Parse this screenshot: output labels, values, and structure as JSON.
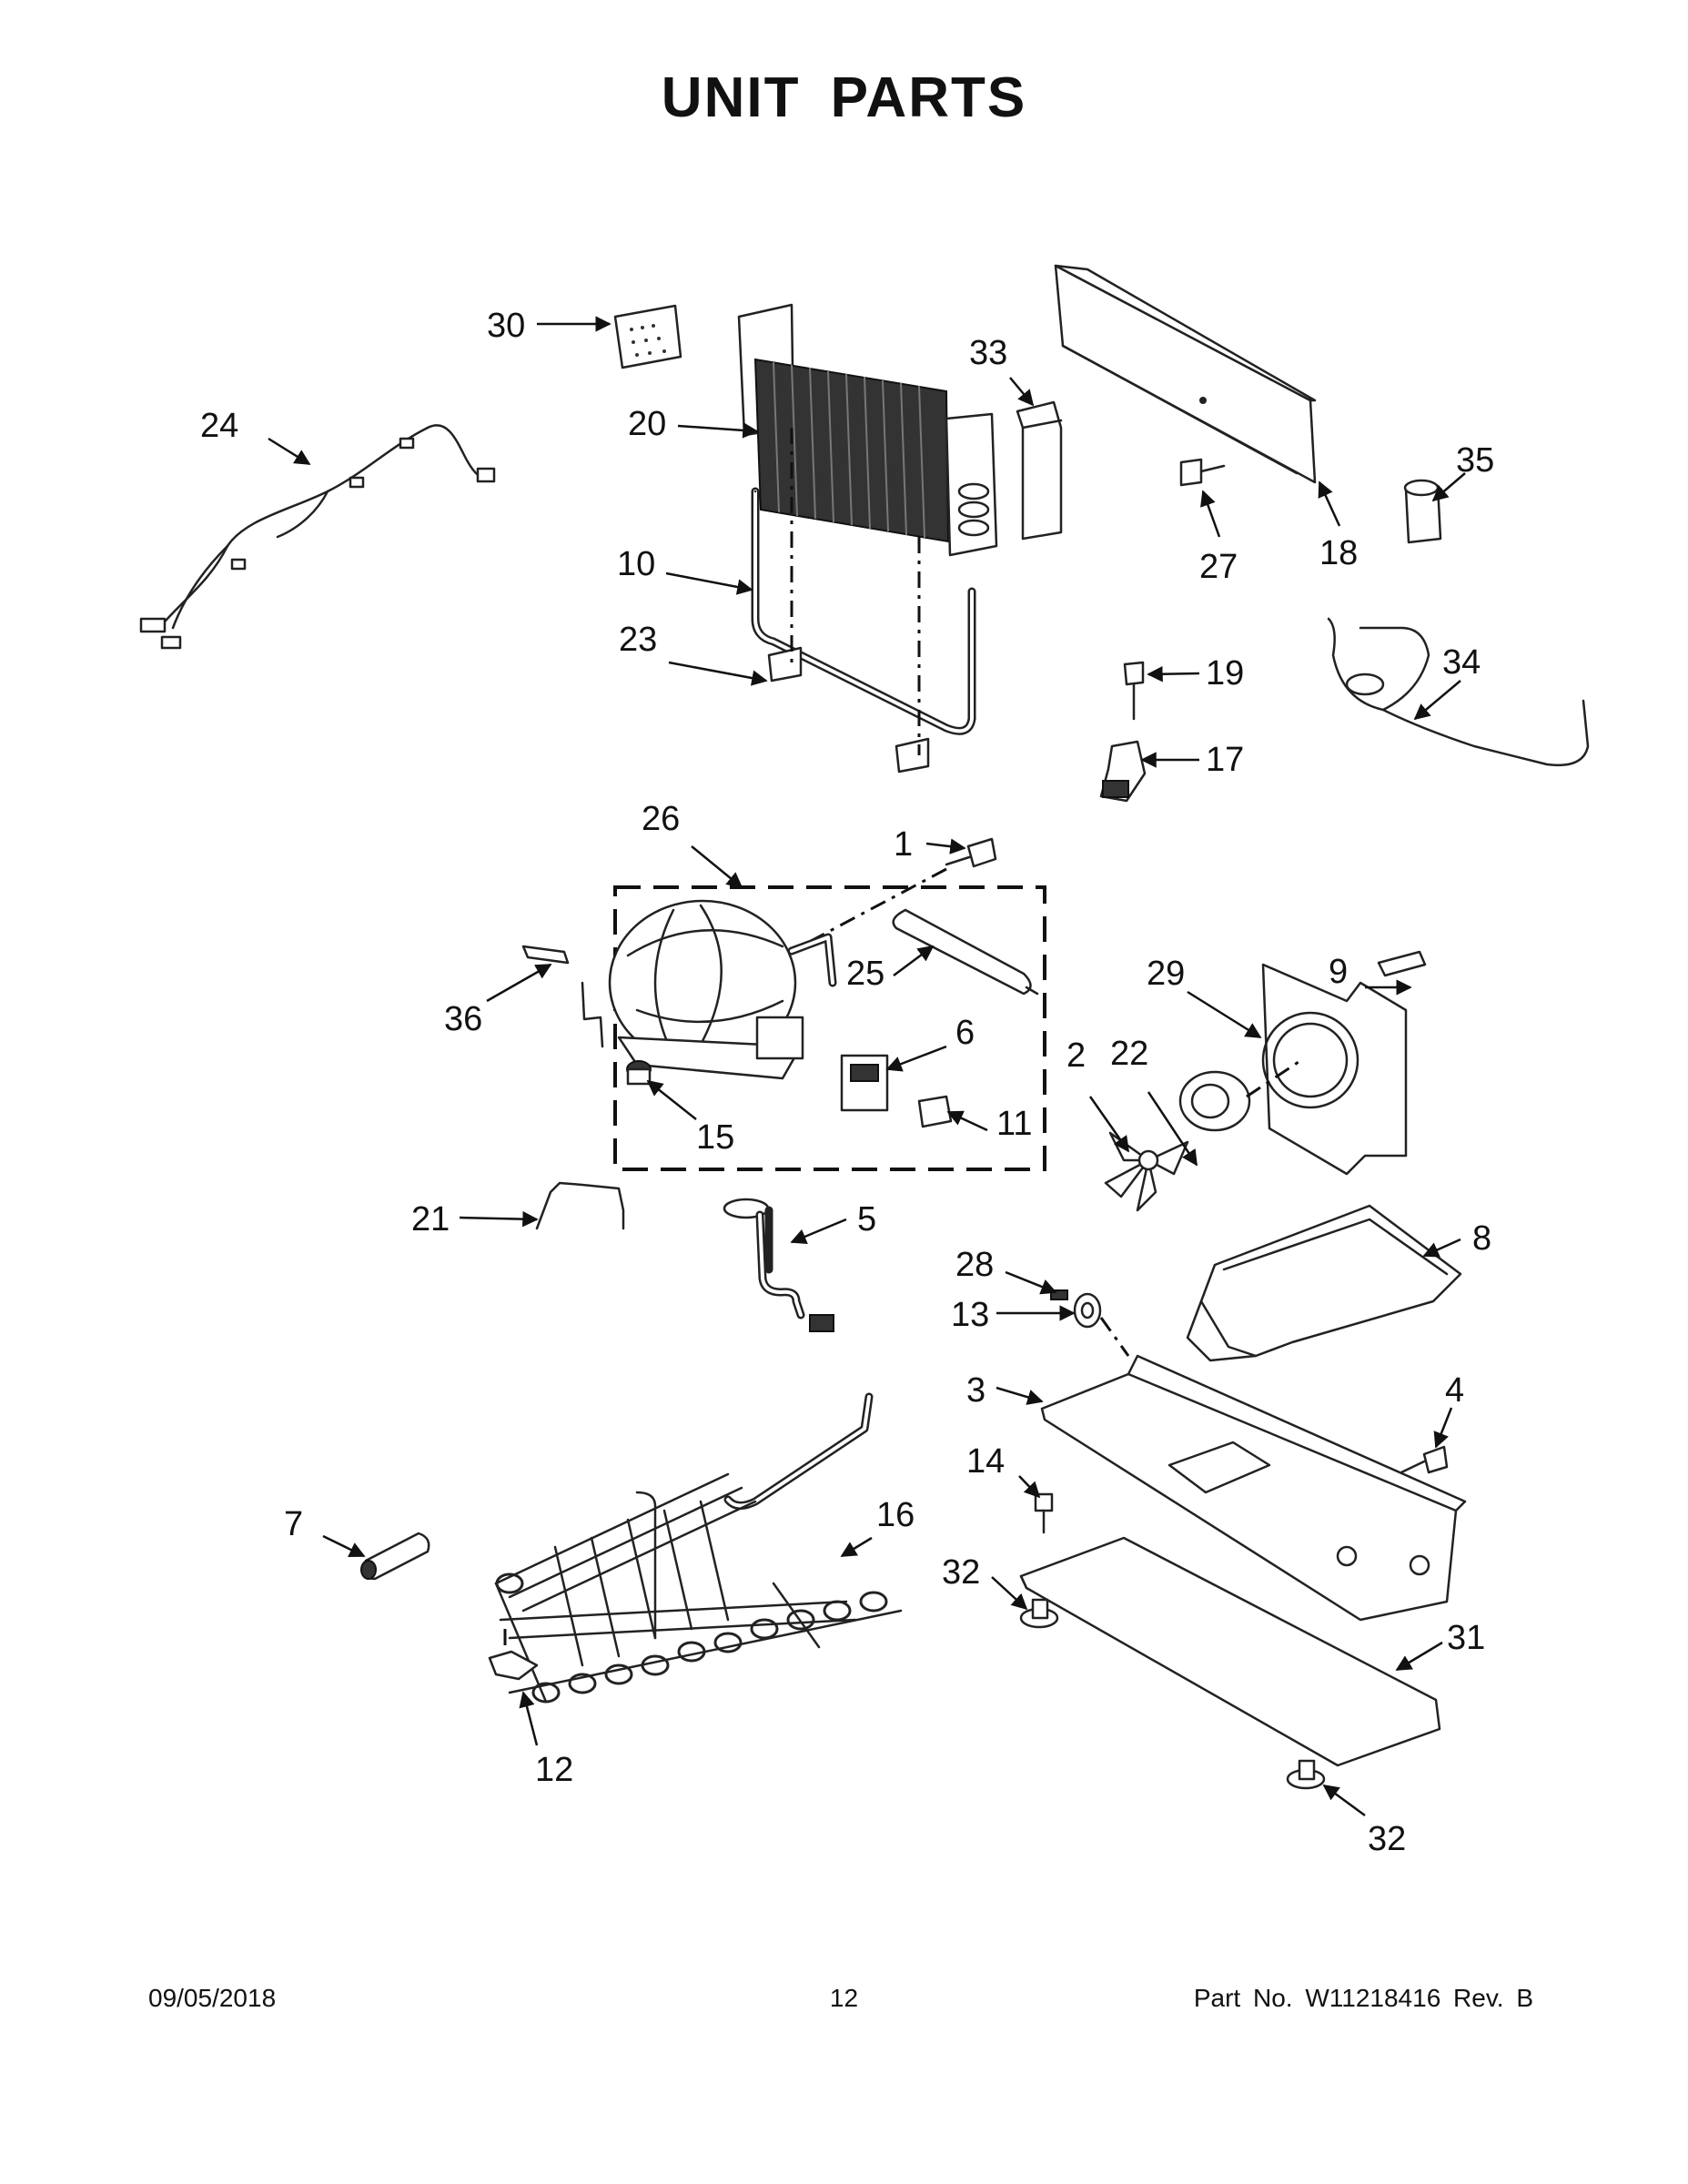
{
  "title": "UNIT PARTS",
  "footer": {
    "date": "09/05/2018",
    "page_number": "12",
    "part_number": "Part No.  W11218416  Rev.  B"
  },
  "callouts": [
    "1",
    "2",
    "3",
    "4",
    "5",
    "6",
    "7",
    "8",
    "9",
    "10",
    "11",
    "12",
    "13",
    "14",
    "15",
    "16",
    "17",
    "18",
    "19",
    "20",
    "21",
    "22",
    "23",
    "24",
    "25",
    "26",
    "27",
    "28",
    "29",
    "30",
    "31",
    "32",
    "33",
    "34",
    "35",
    "36",
    "32"
  ]
}
